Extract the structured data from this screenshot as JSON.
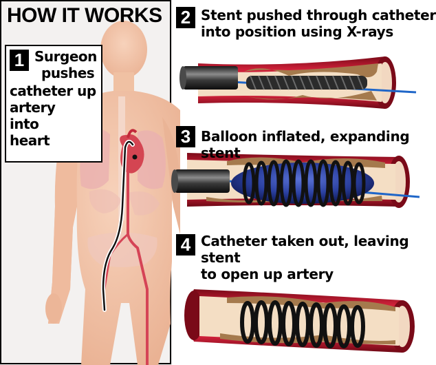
{
  "title": "HOW IT WORKS",
  "colors": {
    "skin": "#f2c4a6",
    "skin_dark": "#e7a98a",
    "organ_pink": "#e9aeb0",
    "artery_red": "#c4172c",
    "artery_dark": "#8a0d1c",
    "artery_inner": "#f4ddc0",
    "plaque": "#a57a4d",
    "stent": "#2b2b2b",
    "balloon_blue": "#2a3f9e",
    "wire_blue": "#1f66c8",
    "panel_bg": "#f3f1f0"
  },
  "steps": [
    {
      "number": "1",
      "lines": [
        "Surgeon",
        "pushes",
        "catheter up",
        "artery",
        "into",
        "heart"
      ]
    },
    {
      "number": "2",
      "lines": [
        "Stent pushed through catheter",
        "into position using X-rays"
      ]
    },
    {
      "number": "3",
      "lines": [
        "Balloon inflated, expanding stent"
      ]
    },
    {
      "number": "4",
      "lines": [
        "Catheter taken out, leaving stent",
        "to open up artery"
      ]
    }
  ]
}
